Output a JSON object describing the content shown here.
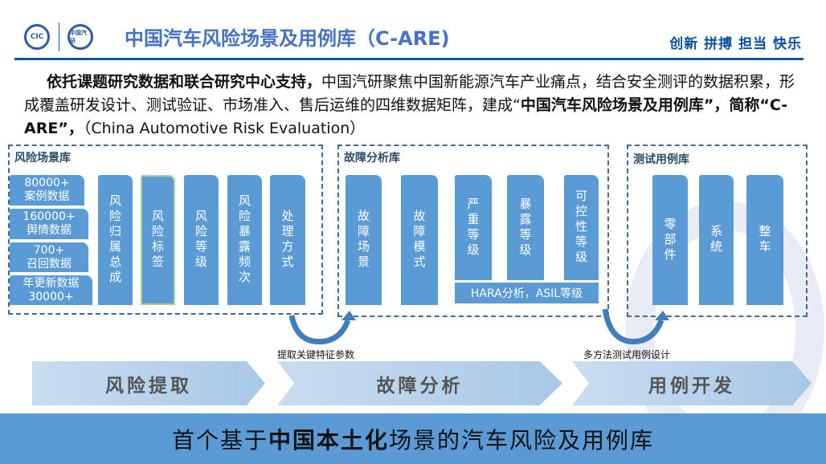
{
  "header": {
    "title": "中国汽车风险场景及用例库（C-ARE)",
    "slogan": "创新 拼搏 担当 快乐",
    "logo1": "CIC",
    "logo2": "中国汽研"
  },
  "intro": {
    "bold1": "依托课题研究数据和联合研究中心支持，",
    "text1": "中国汽研聚焦中国新能源汽车产业痛点，结合安全测评的数据积累，形成覆盖研发设计、测试验证、市场准入、售后运维的四维数据矩阵，建成“",
    "bold2": "中国汽车风险场景及用例库”，简称“C-ARE”，",
    "text2": "（China Automotive Risk Evaluation）"
  },
  "panel1": {
    "title": "风险场景库",
    "stats": [
      {
        "a": "80000+",
        "b": "案例数据"
      },
      {
        "a": "160000+",
        "b": "舆情数据"
      },
      {
        "a": "700+",
        "b": "召回数据"
      },
      {
        "a": "年更新数据",
        "b": "30000+"
      }
    ],
    "cols": [
      "风险归属总成",
      "风险标签",
      "风险等级",
      "风险暴露频次",
      "处理方式"
    ]
  },
  "panel2": {
    "title": "故障分析库",
    "cols": [
      "故障场景",
      "故障模式",
      "严重等级",
      "暴露等级",
      "可控性等级"
    ],
    "footer": "HARA分析，ASIL等级"
  },
  "panel3": {
    "title": "测试用例库",
    "cols": [
      "零部件",
      "系统",
      "整车"
    ]
  },
  "arrows": {
    "cap1": "提取关键特征参数",
    "cap2": "多方法测试用例设计"
  },
  "stages": [
    "风险提取",
    "故障分析",
    "用例开发"
  ],
  "banner": {
    "pre": "首个基于",
    "bold": "中国本土化",
    "post": "场景的汽车风险及用例库"
  }
}
